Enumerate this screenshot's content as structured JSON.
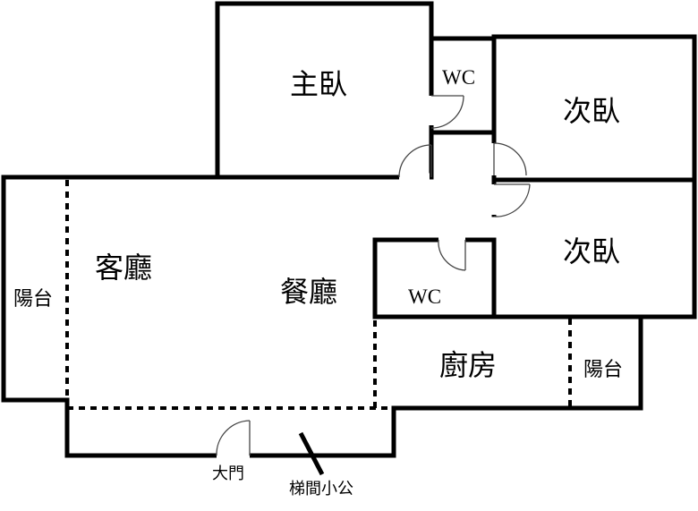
{
  "rooms": {
    "master_bedroom": "主臥",
    "wc_top": "WC",
    "bedroom_upper": "次臥",
    "bedroom_lower": "次臥",
    "living_room": "客廳",
    "dining_room": "餐廳",
    "wc_middle": "WC",
    "kitchen": "廚房",
    "balcony_left": "陽台",
    "balcony_right": "陽台"
  },
  "labels": {
    "main_door": "大門",
    "stair_shaft": "梯間小公"
  }
}
